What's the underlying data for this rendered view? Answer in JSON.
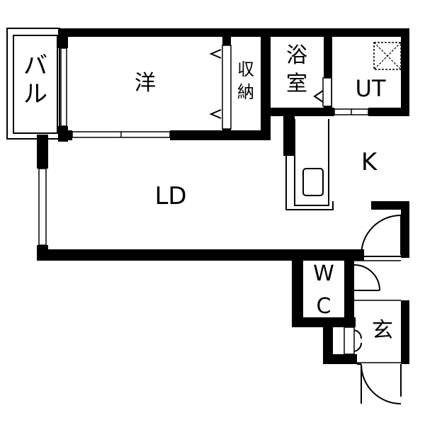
{
  "rooms": {
    "balcony": "バル",
    "western_room": "洋",
    "storage": "収納",
    "bathroom": "浴室",
    "utility": "UT",
    "kitchen": "K",
    "living_dining": "LD",
    "toilet": "WC",
    "entrance": "玄"
  },
  "colors": {
    "wall": "#000000",
    "background": "#ffffff"
  }
}
